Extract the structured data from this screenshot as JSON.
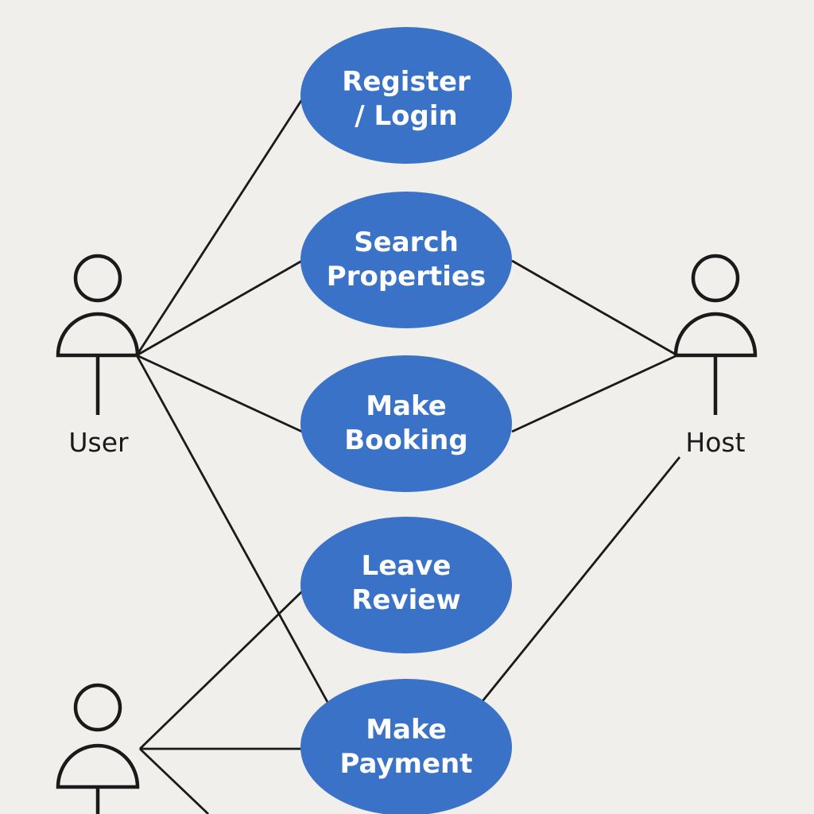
{
  "diagram": {
    "type": "use-case",
    "colors": {
      "background": "#f0efec",
      "use_case_fill": "#3a72c8",
      "use_case_text": "#ffffff",
      "line": "#1a1a1a"
    },
    "actors": [
      {
        "id": "user",
        "label": "User",
        "icon": "person-icon"
      },
      {
        "id": "host",
        "label": "Host",
        "icon": "person-icon"
      },
      {
        "id": "actor3",
        "label": "",
        "icon": "person-icon"
      }
    ],
    "use_cases": [
      {
        "id": "register",
        "lines": [
          "Register",
          "/ Login"
        ]
      },
      {
        "id": "search",
        "lines": [
          "Search",
          "Properties"
        ]
      },
      {
        "id": "booking",
        "lines": [
          "Make",
          "Booking"
        ]
      },
      {
        "id": "review",
        "lines": [
          "Leave",
          "Review"
        ]
      },
      {
        "id": "payment",
        "lines": [
          "Make",
          "Payment"
        ]
      }
    ],
    "associations": [
      {
        "from": "user",
        "to": "register"
      },
      {
        "from": "user",
        "to": "search"
      },
      {
        "from": "user",
        "to": "booking"
      },
      {
        "from": "user",
        "to": "payment"
      },
      {
        "from": "host",
        "to": "search"
      },
      {
        "from": "host",
        "to": "booking"
      },
      {
        "from": "host",
        "to": "payment"
      },
      {
        "from": "actor3",
        "to": "review"
      },
      {
        "from": "actor3",
        "to": "payment"
      },
      {
        "from": "actor3",
        "to": "off-canvas"
      }
    ]
  }
}
